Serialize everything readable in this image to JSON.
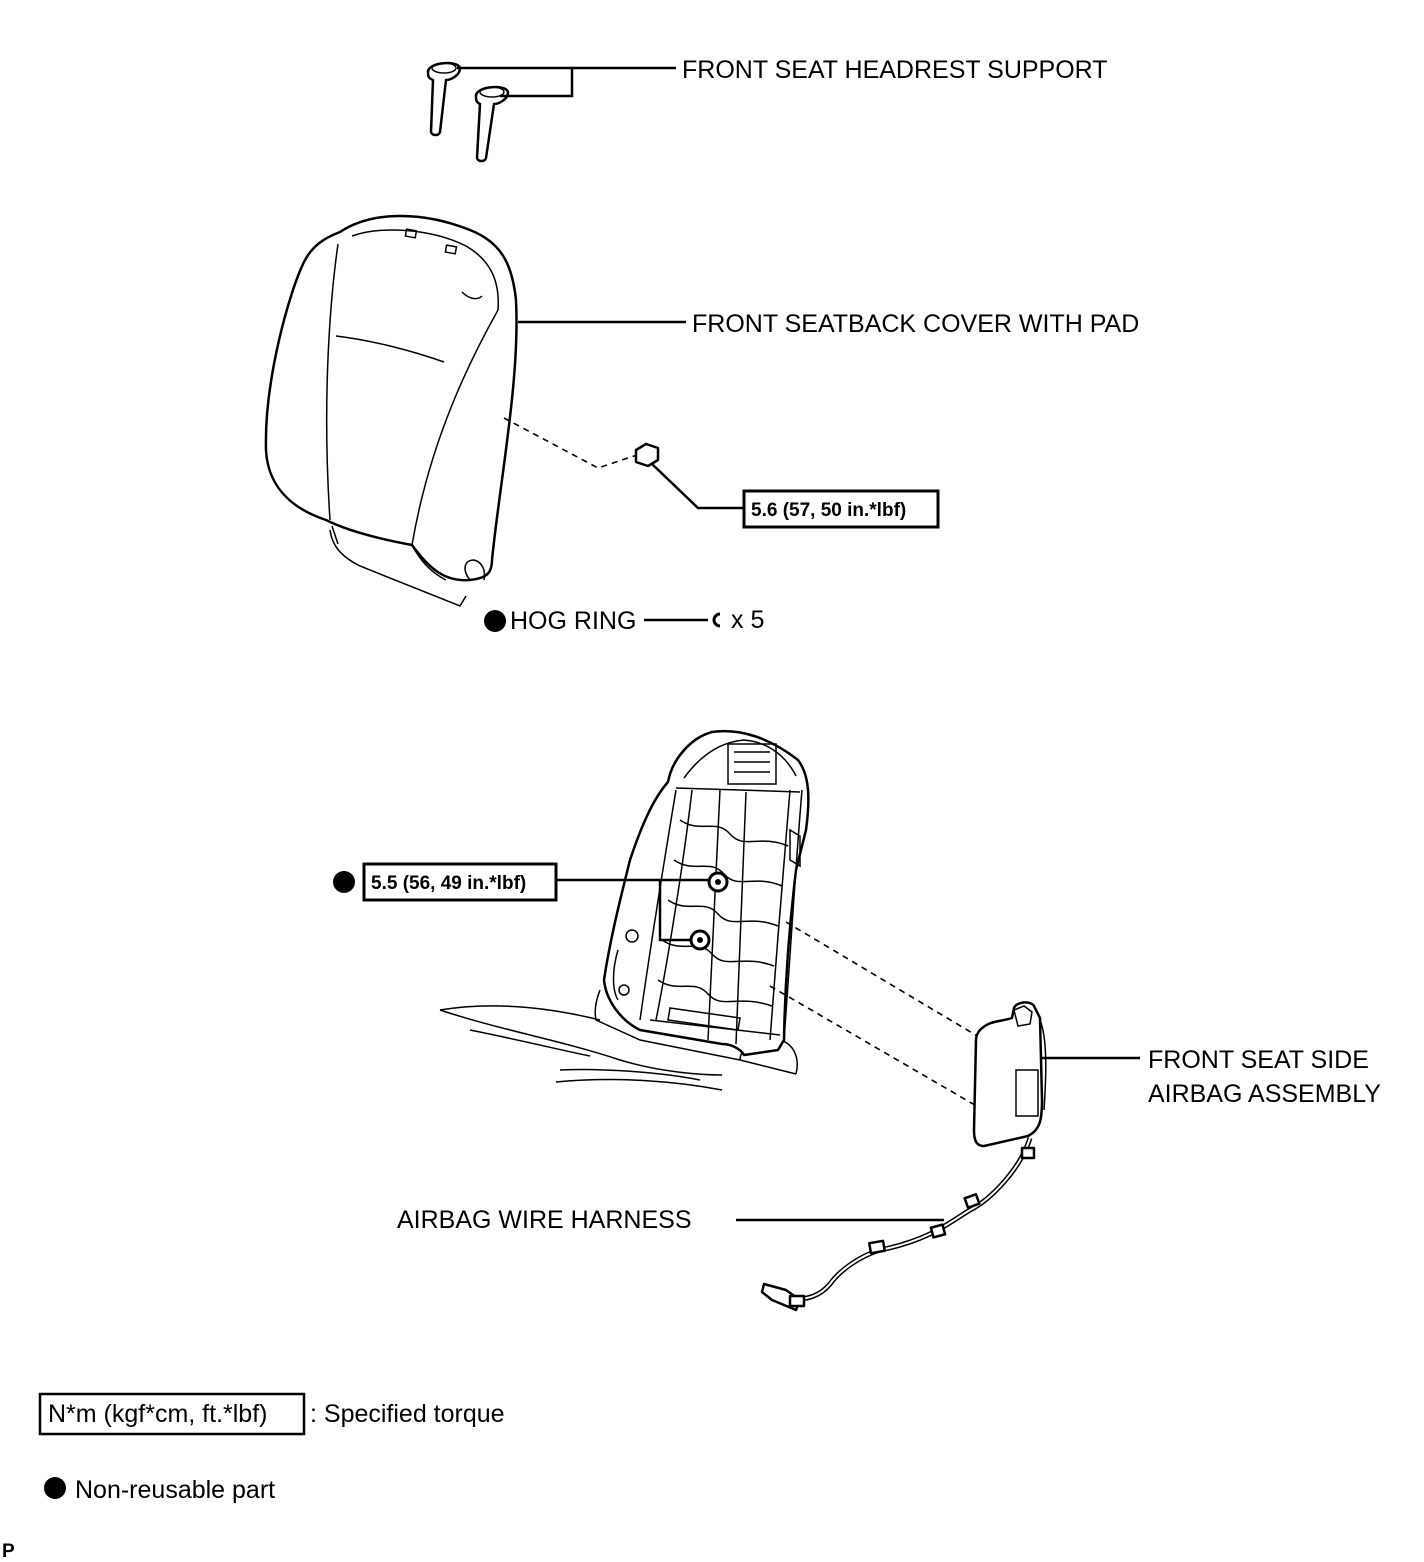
{
  "labels": {
    "headrest_support": "FRONT SEAT HEADREST SUPPORT",
    "seatback_cover": "FRONT SEATBACK COVER WITH PAD",
    "hog_ring": "HOG RING",
    "hog_ring_qty": "x 5",
    "airbag_assembly_line1": "FRONT SEAT SIDE",
    "airbag_assembly_line2": "AIRBAG ASSEMBLY",
    "wire_harness": "AIRBAG WIRE HARNESS"
  },
  "torques": {
    "nut_torque": "5.6 (57, 50 in.*lbf)",
    "airbag_nut_torque": "5.5 (56, 49 in.*lbf)"
  },
  "legend": {
    "torque_box": "N*m (kgf*cm, ft.*lbf)",
    "torque_desc": ": Specified torque",
    "nonreusable": "Non-reusable part"
  },
  "footer_code": "P",
  "colors": {
    "ink": "#000000",
    "paper": "#ffffff"
  },
  "icons": [
    "nonreusable-dot-icon",
    "hog-ring-icon"
  ]
}
